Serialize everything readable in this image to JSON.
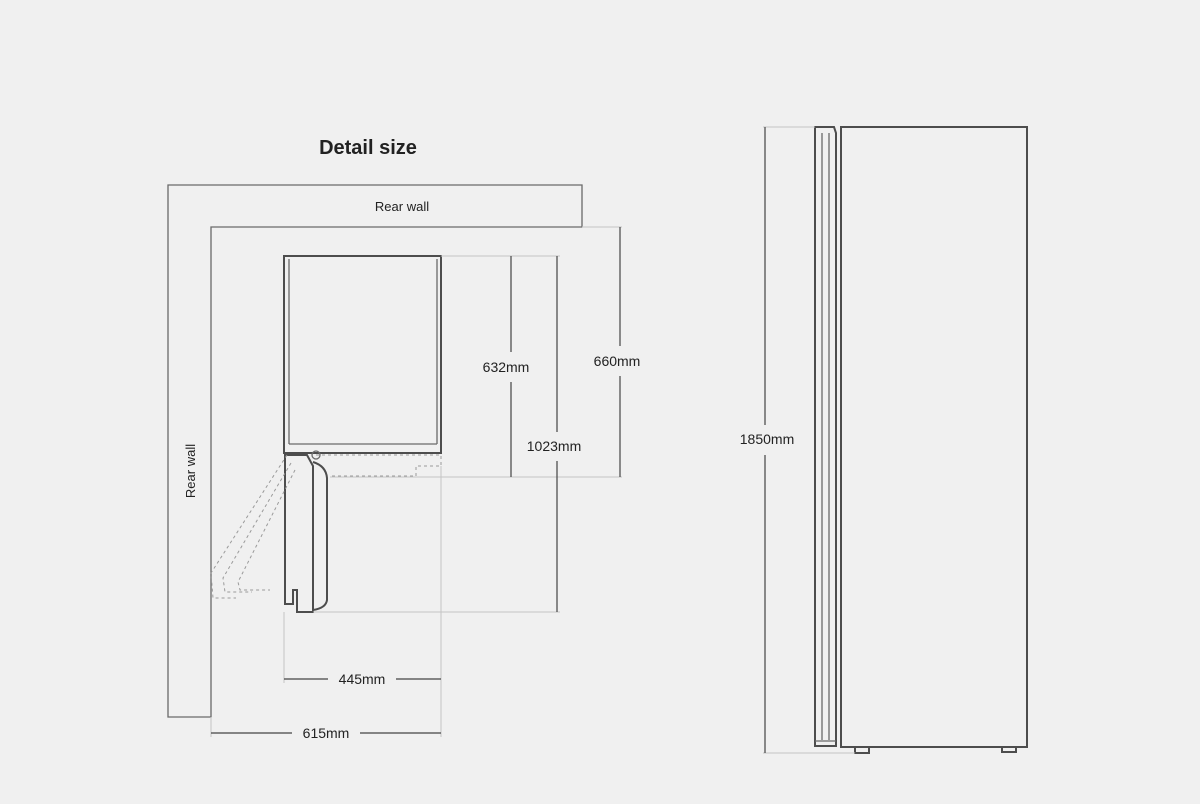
{
  "diagram": {
    "title": "Detail size",
    "walls": {
      "rear_wall_top": "Rear wall",
      "rear_wall_side": "Rear wall"
    },
    "dimensions": {
      "depth_body": "632mm",
      "depth_total": "660mm",
      "depth_door_open": "1023mm",
      "width_door": "445mm",
      "width_total": "615mm",
      "height_total": "1850mm"
    }
  }
}
